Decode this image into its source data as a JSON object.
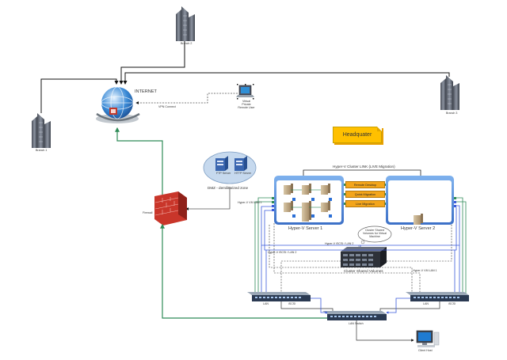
{
  "labels": {
    "branch_2": "Branch 2",
    "branch_1": "Branch 1",
    "branch_3": "Branch 3",
    "internet": "INTERNET",
    "remote_user": "Virtual Private Remote User",
    "vpn_connect": "VPN Connect",
    "headquarter": "Headquater",
    "ftp_server": "FTP Server",
    "http_server": "HTTP Server",
    "dmz": "DMZ - demilitarized zone",
    "firewall": "Firewall",
    "cluster_link": "Hyper-V Cluster LINK (LIVE Migration)",
    "server1": "Hyper-V Server 1",
    "server2": "Hyper-V Server 2",
    "feature_1": "Remote Desktop",
    "feature_2": "Quick Migration",
    "feature_3": "Live Migration",
    "cloud_note": "Cluster Shared Volumes for Virtual Machine",
    "csv": "Cluster Shared Volumes",
    "link_s1_lan": "Hyper-V VM LAN 1",
    "link_iscsi_1": "Hyper-V iSCSI / LAN 2",
    "link_iscsi_2": "Hyper-V iSCSI / LAN 2",
    "link_s2_lan": "Hyper-V VM LAN 1",
    "switch1_lan": "LAN",
    "switch1_iscsi": "iSCSI",
    "switch2_lan": "LAN",
    "switch2_iscsi": "iSCSI",
    "core_switch": "LAN Switch",
    "client": "Client Host"
  },
  "colors": {
    "green_link": "#2e8b57",
    "blue_link": "#3b5bdb",
    "hq_fill": "#ffc000",
    "firewall": "#d93a2b"
  }
}
